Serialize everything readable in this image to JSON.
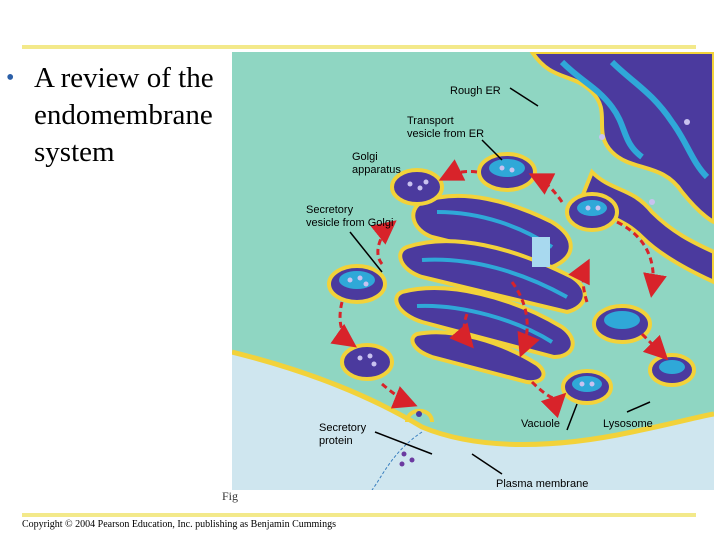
{
  "slide": {
    "bullet_symbol": "•",
    "bullet_lines": [
      "A review of the",
      "endomembrane",
      "system"
    ],
    "figure_label": "Fig",
    "copyright": "Copyright © 2004 Pearson Education, Inc. publishing as Benjamin Cummings"
  },
  "diagram": {
    "labels": {
      "rough_er": "Rough ER",
      "transport_line1": "Transport",
      "transport_line2": "vesicle from ER",
      "golgi_line1": "Golgi",
      "golgi_line2": "apparatus",
      "secretory_vesicle_line1": "Secretory",
      "secretory_vesicle_line2": "vesicle from Golgi",
      "secretory_protein_line1": "Secretory",
      "secretory_protein_line2": "protein",
      "vacuole": "Vacuole",
      "lysosome": "Lysosome",
      "plasma_membrane": "Plasma membrane"
    },
    "colors": {
      "cytoplasm": "#8fd6c2",
      "exterior": "#cfe6ef",
      "membrane": "#f2d23a",
      "organelle": "#4b3a9e",
      "lumen": "#2fa8d8",
      "arrow": "#d8232a"
    }
  }
}
